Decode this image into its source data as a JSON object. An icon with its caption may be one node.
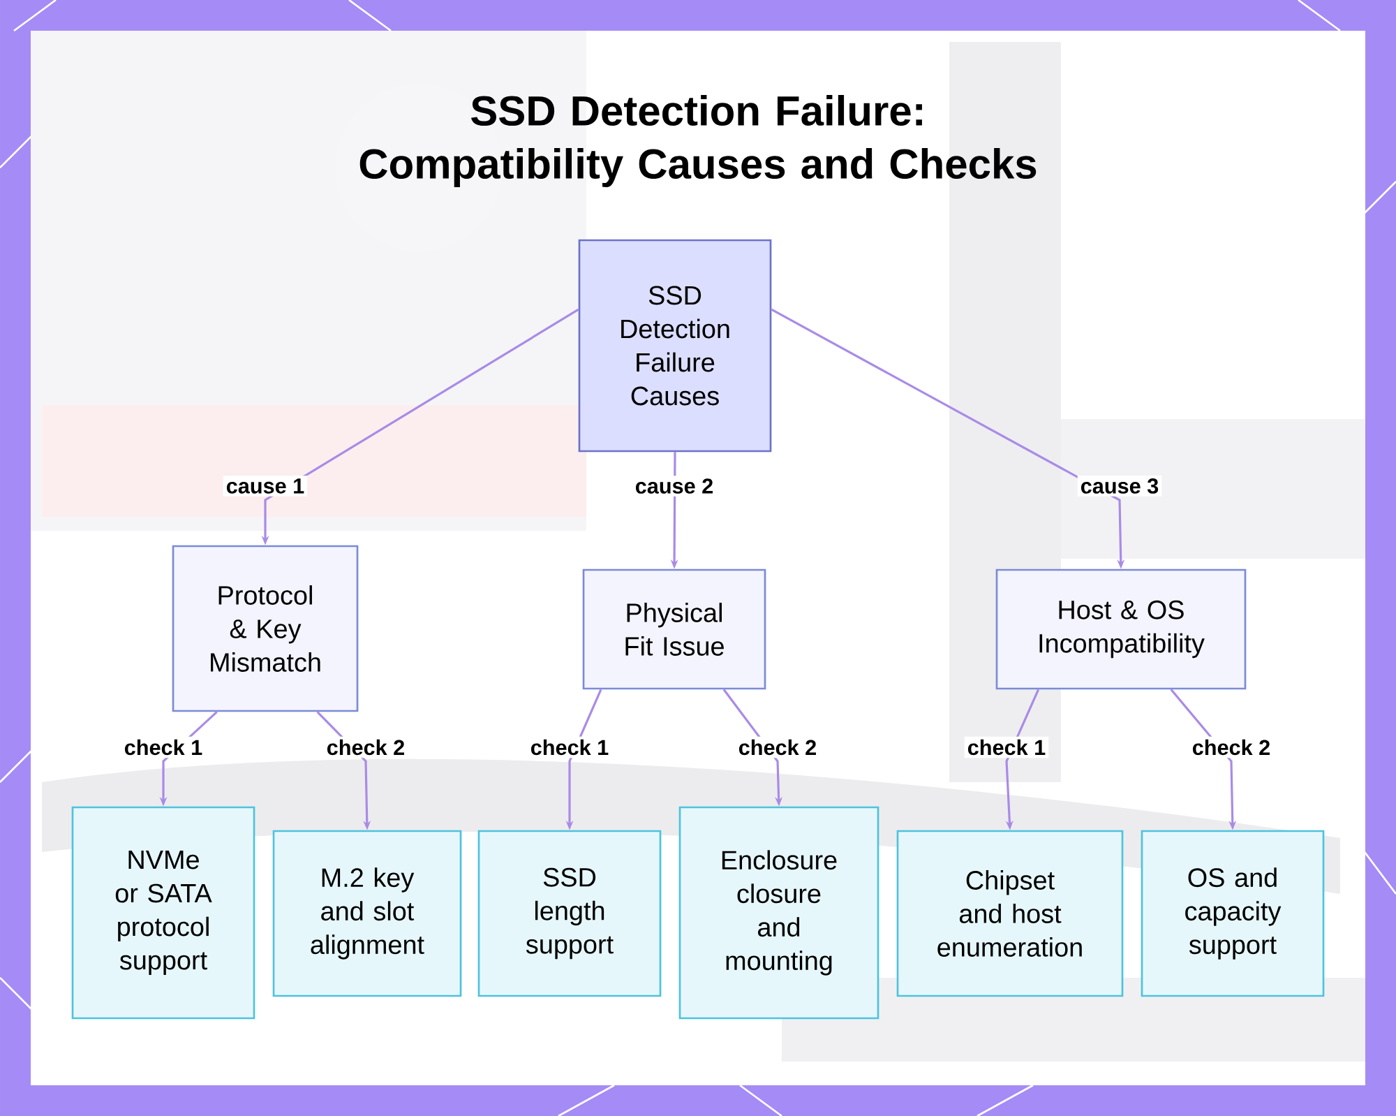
{
  "diagram": {
    "title": "SSD Detection Failure: Compatibility Causes and Checks",
    "nodes": [
      {
        "text": [
          "SSD Detection Failure Causes"
        ]
      },
      {
        "text": [
          "Protocol & Key Mismatch"
        ]
      },
      {
        "text": [
          "Physical Fit Issue"
        ]
      },
      {
        "text": [
          "Host & OS Incompatibility"
        ]
      },
      {
        "text": [
          "NVMe or SATA protocol support"
        ]
      },
      {
        "text": [
          "M.2 key and slot alignment"
        ]
      },
      {
        "text": [
          "SSD length support"
        ]
      },
      {
        "text": [
          "Enclosure closure and mounting"
        ]
      },
      {
        "text": [
          "Chipset and host enumeration"
        ]
      },
      {
        "text": [
          "OS and capacity support"
        ]
      }
    ],
    "edges": [
      {
        "from": 0,
        "to": 1,
        "arrow": "to",
        "label": "cause 1"
      },
      {
        "from": 0,
        "to": 2,
        "arrow": "to",
        "label": "cause 2"
      },
      {
        "from": 0,
        "to": 3,
        "arrow": "to",
        "label": "cause 3"
      },
      {
        "from": 1,
        "to": 4,
        "arrow": "to",
        "label": "check 1"
      },
      {
        "from": 1,
        "to": 5,
        "arrow": "to",
        "label": "check 2"
      },
      {
        "from": 2,
        "to": 6,
        "arrow": "to",
        "label": "check 1"
      },
      {
        "from": 2,
        "to": 7,
        "arrow": "to",
        "label": "check 2"
      },
      {
        "from": 3,
        "to": 8,
        "arrow": "to",
        "label": "check 1"
      },
      {
        "from": 3,
        "to": 9,
        "arrow": "to",
        "label": "check 2"
      }
    ]
  }
}
